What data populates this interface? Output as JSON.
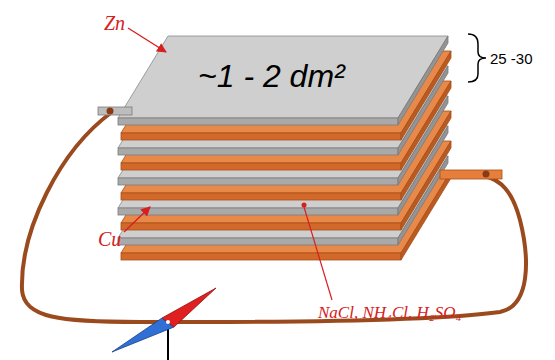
{
  "diagram": {
    "labels": [
      "Zn",
      "~1 - 2 dm²",
      "25 -30",
      "Cu",
      "NaCl, NH₄Cl, H₂SO₄"
    ]
  }
}
